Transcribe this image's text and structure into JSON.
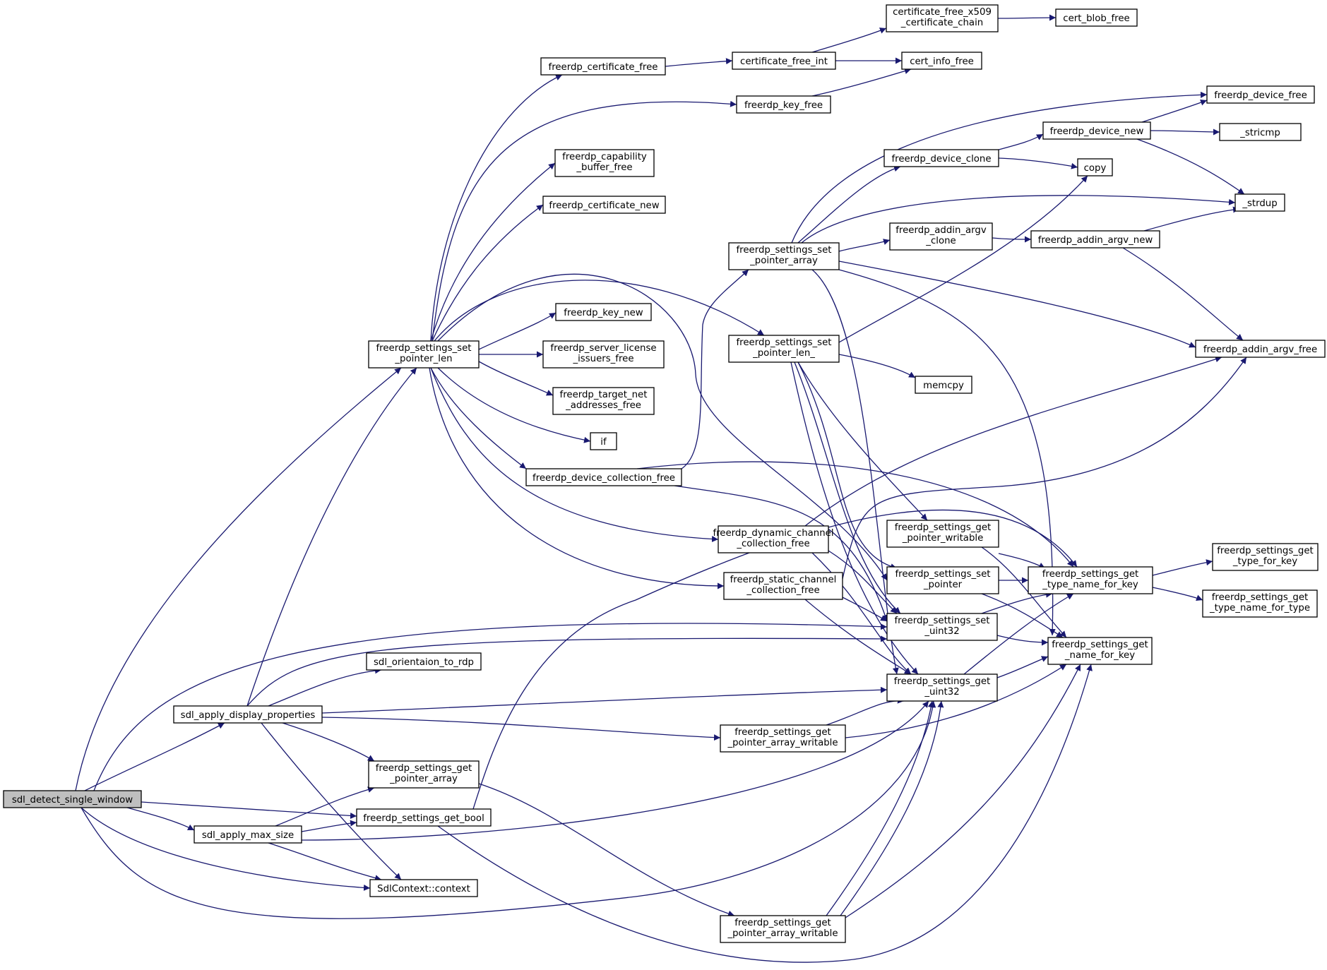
{
  "graph": {
    "nodes": [
      {
        "id": "n0",
        "lines": [
          "sdl_detect_single_window"
        ],
        "root": true
      },
      {
        "id": "n1",
        "lines": [
          "freerdp_settings_set",
          "_pointer_len"
        ]
      },
      {
        "id": "n2",
        "lines": [
          "freerdp_certificate_free"
        ]
      },
      {
        "id": "n3",
        "lines": [
          "certificate_free_int"
        ]
      },
      {
        "id": "n4",
        "lines": [
          "certificate_free_x509",
          "_certificate_chain"
        ]
      },
      {
        "id": "n5",
        "lines": [
          "cert_blob_free"
        ]
      },
      {
        "id": "n6",
        "lines": [
          "cert_info_free"
        ]
      },
      {
        "id": "n7",
        "lines": [
          "freerdp_key_free"
        ]
      },
      {
        "id": "n8",
        "lines": [
          "freerdp_capability",
          "_buffer_free"
        ]
      },
      {
        "id": "n9",
        "lines": [
          "freerdp_certificate_new"
        ]
      },
      {
        "id": "n10",
        "lines": [
          "freerdp_key_new"
        ]
      },
      {
        "id": "n11",
        "lines": [
          "freerdp_server_license",
          "_issuers_free"
        ]
      },
      {
        "id": "n12",
        "lines": [
          "freerdp_target_net",
          "_addresses_free"
        ]
      },
      {
        "id": "n13",
        "lines": [
          "if"
        ]
      },
      {
        "id": "n14",
        "lines": [
          "freerdp_device_collection_free"
        ]
      },
      {
        "id": "n15",
        "lines": [
          "freerdp_dynamic_channel",
          "_collection_free"
        ]
      },
      {
        "id": "n16",
        "lines": [
          "freerdp_static_channel",
          "_collection_free"
        ]
      },
      {
        "id": "n17",
        "lines": [
          "freerdp_settings_set",
          "_pointer_array"
        ]
      },
      {
        "id": "n18",
        "lines": [
          "freerdp_settings_set",
          "_pointer_len_"
        ]
      },
      {
        "id": "n19",
        "lines": [
          "freerdp_device_clone"
        ]
      },
      {
        "id": "n20",
        "lines": [
          "freerdp_device_new"
        ]
      },
      {
        "id": "n21",
        "lines": [
          "freerdp_device_free"
        ]
      },
      {
        "id": "n22",
        "lines": [
          "_stricmp"
        ]
      },
      {
        "id": "n23",
        "lines": [
          "copy"
        ]
      },
      {
        "id": "n24",
        "lines": [
          "_strdup"
        ]
      },
      {
        "id": "n25",
        "lines": [
          "freerdp_addin_argv",
          "_clone"
        ]
      },
      {
        "id": "n26",
        "lines": [
          "freerdp_addin_argv_new"
        ]
      },
      {
        "id": "n27",
        "lines": [
          "freerdp_addin_argv_free"
        ]
      },
      {
        "id": "n28",
        "lines": [
          "memcpy"
        ]
      },
      {
        "id": "n29",
        "lines": [
          "freerdp_settings_get",
          "_pointer_writable"
        ]
      },
      {
        "id": "n30",
        "lines": [
          "freerdp_settings_set",
          "_pointer"
        ]
      },
      {
        "id": "n31",
        "lines": [
          "freerdp_settings_get",
          "_type_name_for_key"
        ]
      },
      {
        "id": "n32",
        "lines": [
          "freerdp_settings_get",
          "_type_for_key"
        ]
      },
      {
        "id": "n33",
        "lines": [
          "freerdp_settings_get",
          "_type_name_for_type"
        ]
      },
      {
        "id": "n34",
        "lines": [
          "freerdp_settings_set",
          "_uint32"
        ]
      },
      {
        "id": "n35",
        "lines": [
          "freerdp_settings_get",
          "_name_for_key"
        ]
      },
      {
        "id": "n36",
        "lines": [
          "freerdp_settings_get",
          "_uint32"
        ]
      },
      {
        "id": "n37",
        "lines": [
          "sdl_orientaion_to_rdp"
        ]
      },
      {
        "id": "n38",
        "lines": [
          "sdl_apply_display_properties"
        ]
      },
      {
        "id": "n39",
        "lines": [
          "freerdp_settings_get",
          "_pointer_array_writable"
        ]
      },
      {
        "id": "n40",
        "lines": [
          "freerdp_settings_get",
          "_pointer_array"
        ]
      },
      {
        "id": "n41",
        "lines": [
          "freerdp_settings_get_bool"
        ]
      },
      {
        "id": "n42",
        "lines": [
          "sdl_apply_max_size"
        ]
      },
      {
        "id": "n43",
        "lines": [
          "SdlContext::context"
        ]
      },
      {
        "id": "n44",
        "lines": [
          "freerdp_settings_get",
          "_pointer_array_writable"
        ]
      }
    ]
  }
}
